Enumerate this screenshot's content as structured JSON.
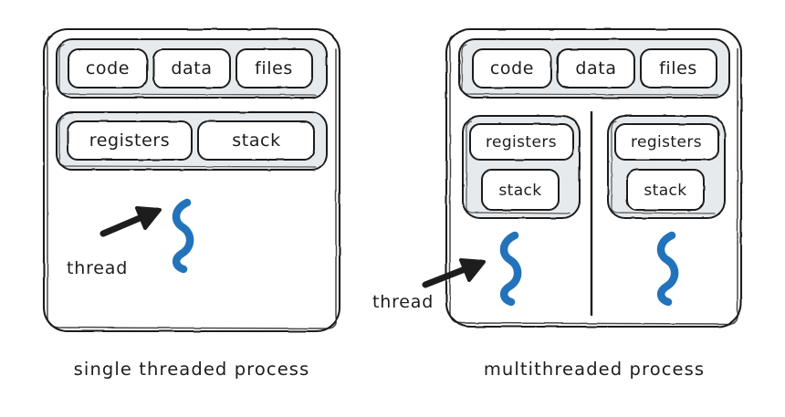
{
  "diagram": {
    "title_visible": false,
    "colors": {
      "stroke": "#1d1d1d",
      "panel_fill": "#ffffff",
      "group_fill": "#e6eaed",
      "box_fill": "#ffffff",
      "thread_blue": "#2273ba",
      "arrow_black": "#1d1d1d",
      "background": "#ffffff"
    },
    "panels": [
      {
        "id": "single-threaded",
        "caption": "single threaded process",
        "shared_group": {
          "boxes": [
            {
              "label": "code"
            },
            {
              "label": "data"
            },
            {
              "label": "files"
            }
          ]
        },
        "per_thread_groups": [
          {
            "layout": "row",
            "boxes": [
              {
                "label": "registers"
              },
              {
                "label": "stack"
              }
            ]
          }
        ],
        "threads": [
          {
            "label": "thread",
            "labelled": true
          }
        ],
        "thread_count": 1
      },
      {
        "id": "multithreaded",
        "caption": "multithreaded process",
        "shared_group": {
          "boxes": [
            {
              "label": "code"
            },
            {
              "label": "data"
            },
            {
              "label": "files"
            }
          ]
        },
        "per_thread_groups": [
          {
            "layout": "column",
            "boxes": [
              {
                "label": "registers"
              },
              {
                "label": "stack"
              }
            ]
          },
          {
            "layout": "column",
            "boxes": [
              {
                "label": "registers"
              },
              {
                "label": "stack"
              }
            ]
          }
        ],
        "threads": [
          {
            "label": "thread",
            "labelled": true
          },
          {
            "label": "",
            "labelled": false
          }
        ],
        "thread_count": 2,
        "divider": true
      }
    ]
  }
}
